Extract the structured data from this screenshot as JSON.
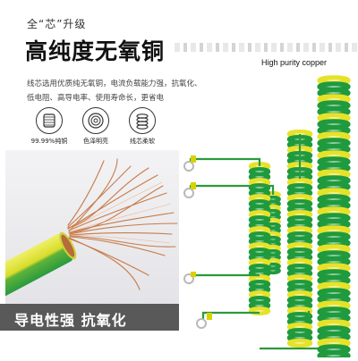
{
  "header": {
    "subtitle": "全“芯”升级",
    "title": "高纯度无氧铜",
    "en_title": "High purity copper"
  },
  "description": {
    "lines": [
      "线芯选用优质纯无氧铜，电流负载能力强，抗氧化、",
      "低电阻、高导电率、使用寿命长，更省电"
    ]
  },
  "features": [
    {
      "icon": "copper-spool-icon",
      "label": "99.99%纯铜"
    },
    {
      "icon": "wire-coil-icon",
      "label": "色泽明亮"
    },
    {
      "icon": "strand-bundle-icon",
      "label": "线芯柔软"
    }
  ],
  "banner": {
    "text": "导电性强 抗氧化"
  },
  "colors": {
    "yellow": "#e6e22a",
    "green": "#1f9a3e",
    "copper": "#c87a48",
    "banner_bg": "#4b4b4b"
  }
}
